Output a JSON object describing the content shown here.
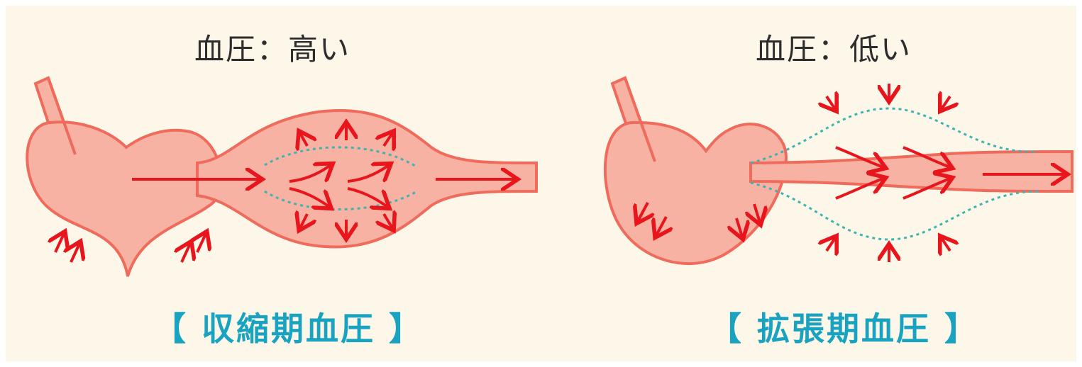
{
  "panels": {
    "systolic": {
      "heading": "血圧：高い",
      "caption": "【 収縮期血圧 】"
    },
    "diastolic": {
      "heading": "血圧：低い",
      "caption": "【 拡張期血圧 】"
    }
  },
  "colors": {
    "background": "#fdf7ea",
    "heart_fill": "#f7b2a4",
    "vessel_outline": "#ef6b5c",
    "arrow": "#e8161c",
    "dotted": "#3fb3b0",
    "caption": "#1aa3c0",
    "heading": "#2d2d2d"
  }
}
